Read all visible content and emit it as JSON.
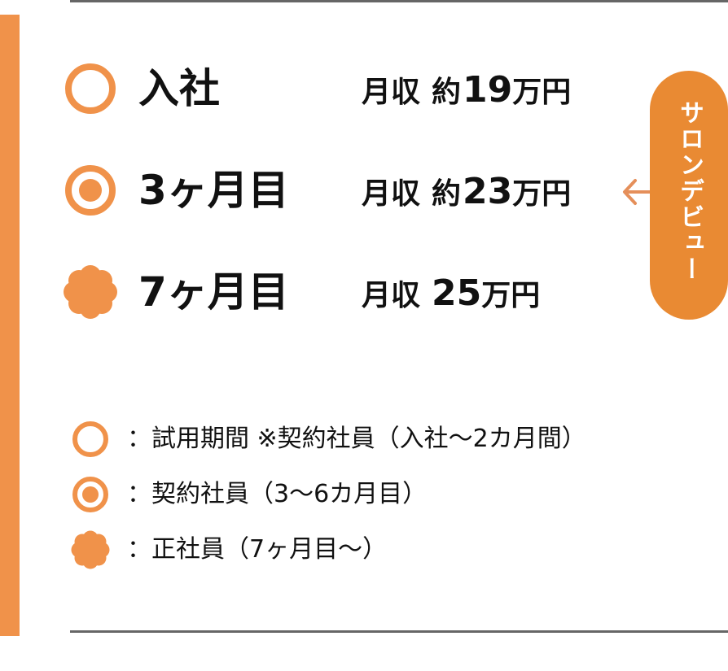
{
  "colors": {
    "accent": "#f0924a",
    "pill": "#e98a33",
    "arrow": "#e58f5a",
    "rule": "#666666",
    "text": "#111111"
  },
  "stages": [
    {
      "name": "入社",
      "icon": "ring-circle-icon",
      "pay_label": "月収",
      "pay_approx": "約",
      "pay_number": "19",
      "pay_unit": "万円"
    },
    {
      "name": "3ヶ月目",
      "icon": "double-circle-icon",
      "pay_label": "月収",
      "pay_approx": "約",
      "pay_number": "23",
      "pay_unit": "万円"
    },
    {
      "name": "7ヶ月目",
      "icon": "flower-icon",
      "pay_label": "月収",
      "pay_approx": "",
      "pay_number": "25",
      "pay_unit": "万円"
    }
  ],
  "arrow_icon": "arrow-left-icon",
  "debut_badge": "サロンデビュー",
  "legend": [
    {
      "icon": "ring-circle-icon",
      "text": "：試用期間 ※契約社員（入社～2カ月間）"
    },
    {
      "icon": "double-circle-icon",
      "text": "：契約社員（3～6カ月目）"
    },
    {
      "icon": "flower-icon",
      "text": "：正社員（7ヶ月目～）"
    }
  ]
}
